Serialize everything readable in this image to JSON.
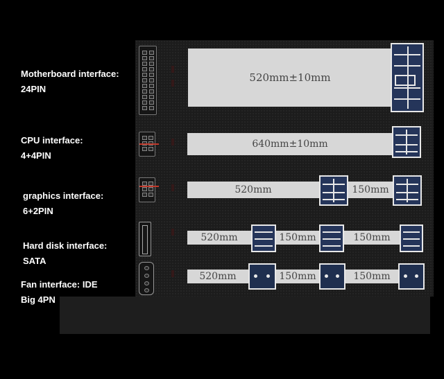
{
  "labels": [
    {
      "line1": "Motherboard interface:",
      "line2": "24PIN"
    },
    {
      "line1": "CPU interface:",
      "line2": "4+4PIN"
    },
    {
      "line1": "graphics interface:",
      "line2": "6+2PIN"
    },
    {
      "line1": "Hard disk interface:",
      "line2": "SATA"
    },
    {
      "line1": "Fan interface: IDE",
      "line2": "Big 4PN"
    }
  ],
  "cables": {
    "motherboard": {
      "length": "520mm±10mm"
    },
    "cpu": {
      "length": "640mm±10mm"
    },
    "graphics": {
      "segments": [
        "520mm",
        "150mm"
      ]
    },
    "sata": {
      "segments": [
        "520mm",
        "150mm",
        "150mm"
      ]
    },
    "ide": {
      "segments": [
        "520mm",
        "150mm",
        "150mm"
      ]
    }
  },
  "colors": {
    "background": "#000000",
    "panel": "#1c1c1c",
    "cable": "#d7d7d7",
    "connector": "#25355a",
    "accent_wire": "#c0392b"
  }
}
